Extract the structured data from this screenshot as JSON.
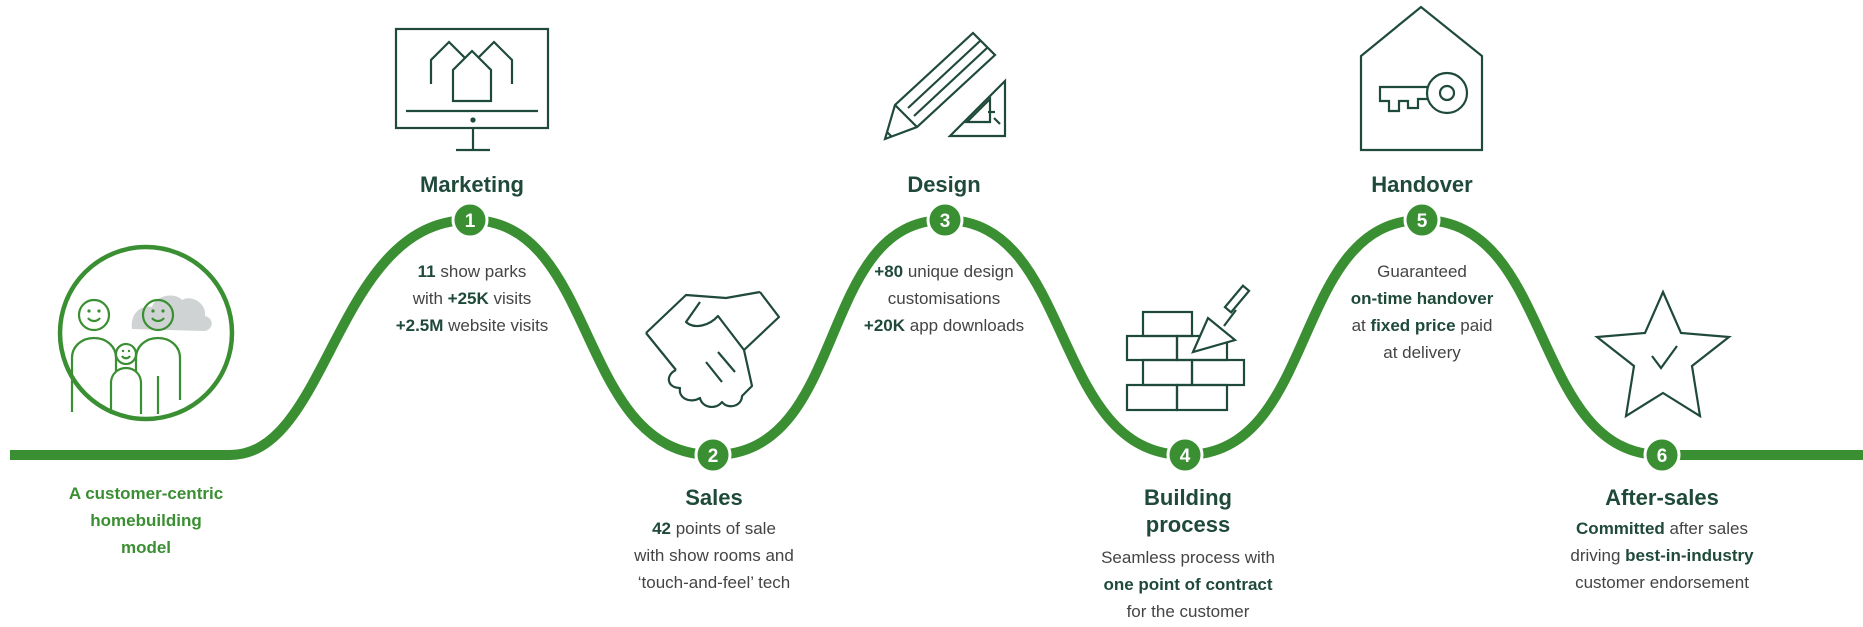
{
  "colors": {
    "path_green": "#3a8f32",
    "icon_dark": "#1f4a3a",
    "text_gray": "#444444"
  },
  "intro": {
    "lines": [
      "A customer-centric",
      "homebuilding",
      "model"
    ],
    "icon": "family-icon"
  },
  "steps": [
    {
      "number": "1",
      "title": [
        "Marketing"
      ],
      "icon": "monitor-houses-icon",
      "desc": [
        [
          {
            "t": "11",
            "b": true
          },
          {
            "t": " show parks",
            "b": false
          }
        ],
        [
          {
            "t": "with ",
            "b": false
          },
          {
            "t": "+25K",
            "b": true
          },
          {
            "t": " visits",
            "b": false
          }
        ],
        [
          {
            "t": "+2.5M",
            "b": true
          },
          {
            "t": " website visits",
            "b": false
          }
        ]
      ]
    },
    {
      "number": "2",
      "title": [
        "Sales"
      ],
      "icon": "handshake-icon",
      "desc": [
        [
          {
            "t": "42",
            "b": true
          },
          {
            "t": " points of sale",
            "b": false
          }
        ],
        [
          {
            "t": "with show rooms and",
            "b": false
          }
        ],
        [
          {
            "t": "‘touch-and-feel’ tech",
            "b": false
          }
        ]
      ]
    },
    {
      "number": "3",
      "title": [
        "Design"
      ],
      "icon": "pencil-ruler-icon",
      "desc": [
        [
          {
            "t": "+80",
            "b": true
          },
          {
            "t": " unique design",
            "b": false
          }
        ],
        [
          {
            "t": "customisations",
            "b": false
          }
        ],
        [
          {
            "t": "+20K",
            "b": true
          },
          {
            "t": " app downloads",
            "b": false
          }
        ]
      ]
    },
    {
      "number": "4",
      "title": [
        "Building",
        "process"
      ],
      "icon": "bricks-trowel-icon",
      "desc": [
        [
          {
            "t": "Seamless process with",
            "b": false
          }
        ],
        [
          {
            "t": "one point of contract",
            "b": true
          }
        ],
        [
          {
            "t": "for the customer",
            "b": false
          }
        ]
      ]
    },
    {
      "number": "5",
      "title": [
        "Handover"
      ],
      "icon": "house-key-icon",
      "desc": [
        [
          {
            "t": "Guaranteed",
            "b": false
          }
        ],
        [
          {
            "t": "on-time handover",
            "b": true
          }
        ],
        [
          {
            "t": "at ",
            "b": false
          },
          {
            "t": "fixed price",
            "b": true
          },
          {
            "t": " paid",
            "b": false
          }
        ],
        [
          {
            "t": "at delivery",
            "b": false
          }
        ]
      ]
    },
    {
      "number": "6",
      "title": [
        "After-sales"
      ],
      "icon": "star-check-icon",
      "desc": [
        [
          {
            "t": "Committed",
            "b": true
          },
          {
            "t": " after sales",
            "b": false
          }
        ],
        [
          {
            "t": "driving ",
            "b": false
          },
          {
            "t": "best-in-industry",
            "b": true
          }
        ],
        [
          {
            "t": "customer endorsement",
            "b": false
          }
        ]
      ]
    }
  ]
}
